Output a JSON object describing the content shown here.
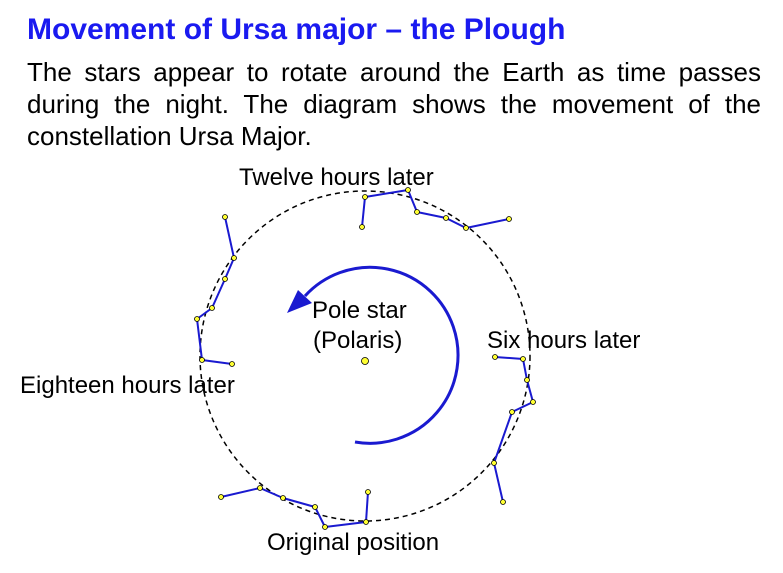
{
  "title": "Movement of Ursa major – the Plough",
  "description": "The stars appear to rotate around the Earth as time passes during the night. The diagram shows the movement of the constellation Ursa Major.",
  "labels": {
    "top": "Twelve hours later",
    "right": "Six hours later",
    "left": "Eighteen hours later",
    "bottom": "Original position",
    "pole_star_line1": "Pole star",
    "pole_star_line2": "(Polaris)"
  },
  "colors": {
    "title": "#1a1af0",
    "constellation": "#1a1ad0",
    "star": "#ffff33"
  }
}
